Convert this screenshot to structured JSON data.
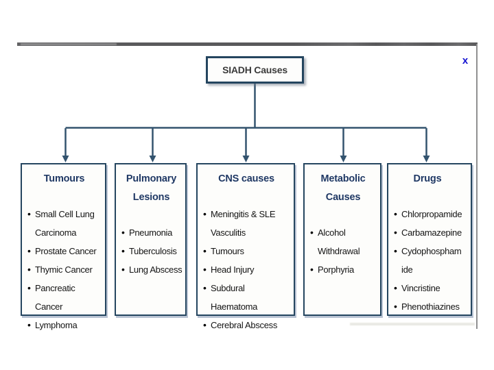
{
  "window": {
    "close_label": "x"
  },
  "root": {
    "title": "SIADH Causes"
  },
  "categories": [
    {
      "title": "Tumours",
      "items": [
        "Small Cell Lung Carcinoma",
        "Prostate Cancer",
        "Thymic Cancer",
        "Pancreatic Cancer",
        "Lymphoma"
      ]
    },
    {
      "title": "Pulmonary Lesions",
      "items": [
        "Pneumonia",
        "Tuberculosis",
        "Lung Abscess"
      ]
    },
    {
      "title": "CNS causes",
      "items": [
        "Meningitis & SLE Vasculitis",
        "Tumours",
        "Head Injury",
        "Subdural Haematoma",
        "Cerebral Abscess"
      ]
    },
    {
      "title": "Metabolic Causes",
      "items": [
        "Alcohol Withdrawal",
        "Porphyria"
      ]
    },
    {
      "title": "Drugs",
      "items": [
        "Chlorpropamide",
        "Carbamazepine",
        "Cydophosphamide",
        "Vincristine",
        "Phenothiazines"
      ]
    }
  ],
  "colors": {
    "box_border": "#24455f",
    "heading_text": "#1f3864",
    "body_text": "#141414",
    "connector": "#33536e",
    "close_x": "#1412d0",
    "topbar": "#59595b",
    "box_shadow": "#b9c3d3"
  }
}
